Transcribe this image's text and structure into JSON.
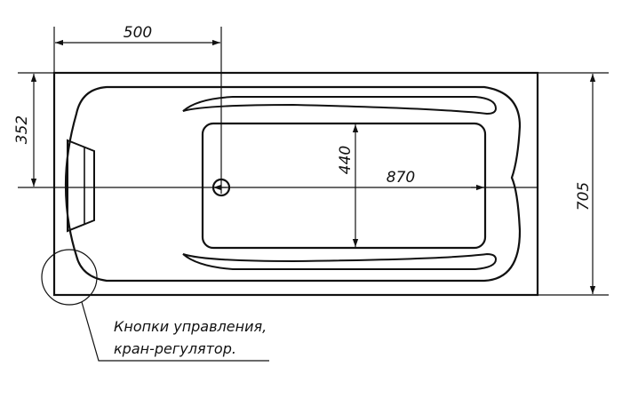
{
  "dimensions": {
    "top_width": "500",
    "left_height": "352",
    "inner_height": "440",
    "inner_length": "870",
    "overall_width": "705"
  },
  "callout": {
    "line1": "Кнопки управления,",
    "line2": "кран-регулятор."
  },
  "colors": {
    "stroke": "#111111",
    "background": "#ffffff"
  }
}
